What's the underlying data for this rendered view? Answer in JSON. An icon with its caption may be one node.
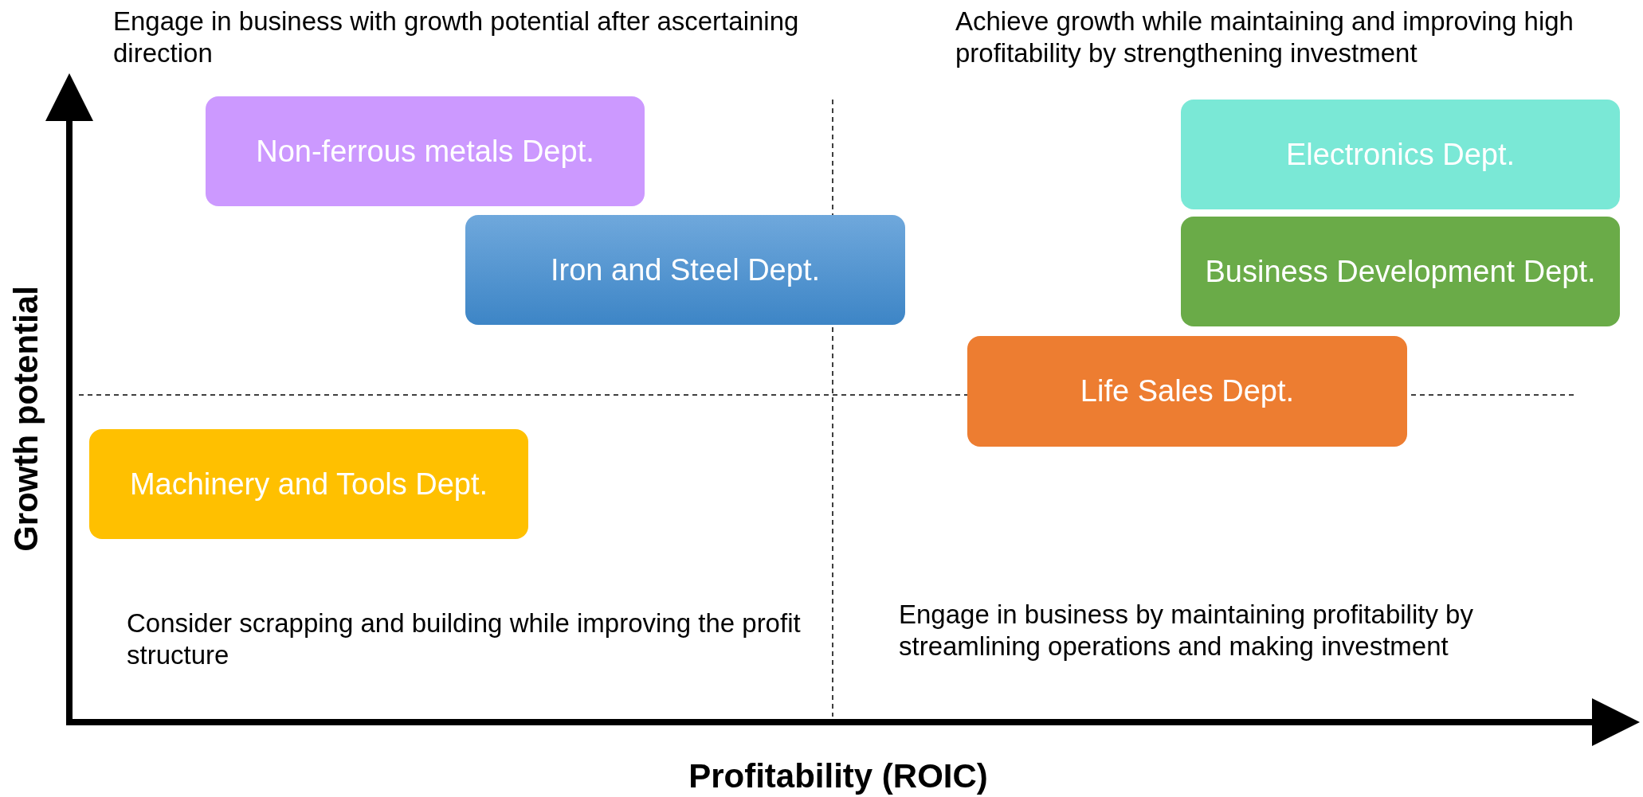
{
  "diagram": {
    "nodes": [
      {
        "text": [
          "Non-ferrous metals Dept."
        ]
      },
      {
        "text": [
          "Iron and Steel Dept."
        ]
      },
      {
        "text": [
          "Electronics Dept."
        ]
      },
      {
        "text": [
          "Business Development Dept."
        ]
      },
      {
        "text": [
          "Life Sales Dept."
        ]
      },
      {
        "text": [
          "Machinery and Tools Dept."
        ]
      }
    ],
    "edges": [],
    "labels": [
      "Engage in business with growth potential after ascertaining direction",
      "Achieve growth while maintaining and improving high profitability by strengthening investment",
      "Growth potential",
      "Consider scrapping and building while improving the profit structure",
      "Engage in business by maintaining profitability by streamlining operations and making investment",
      "Profitability (ROIC)"
    ]
  }
}
